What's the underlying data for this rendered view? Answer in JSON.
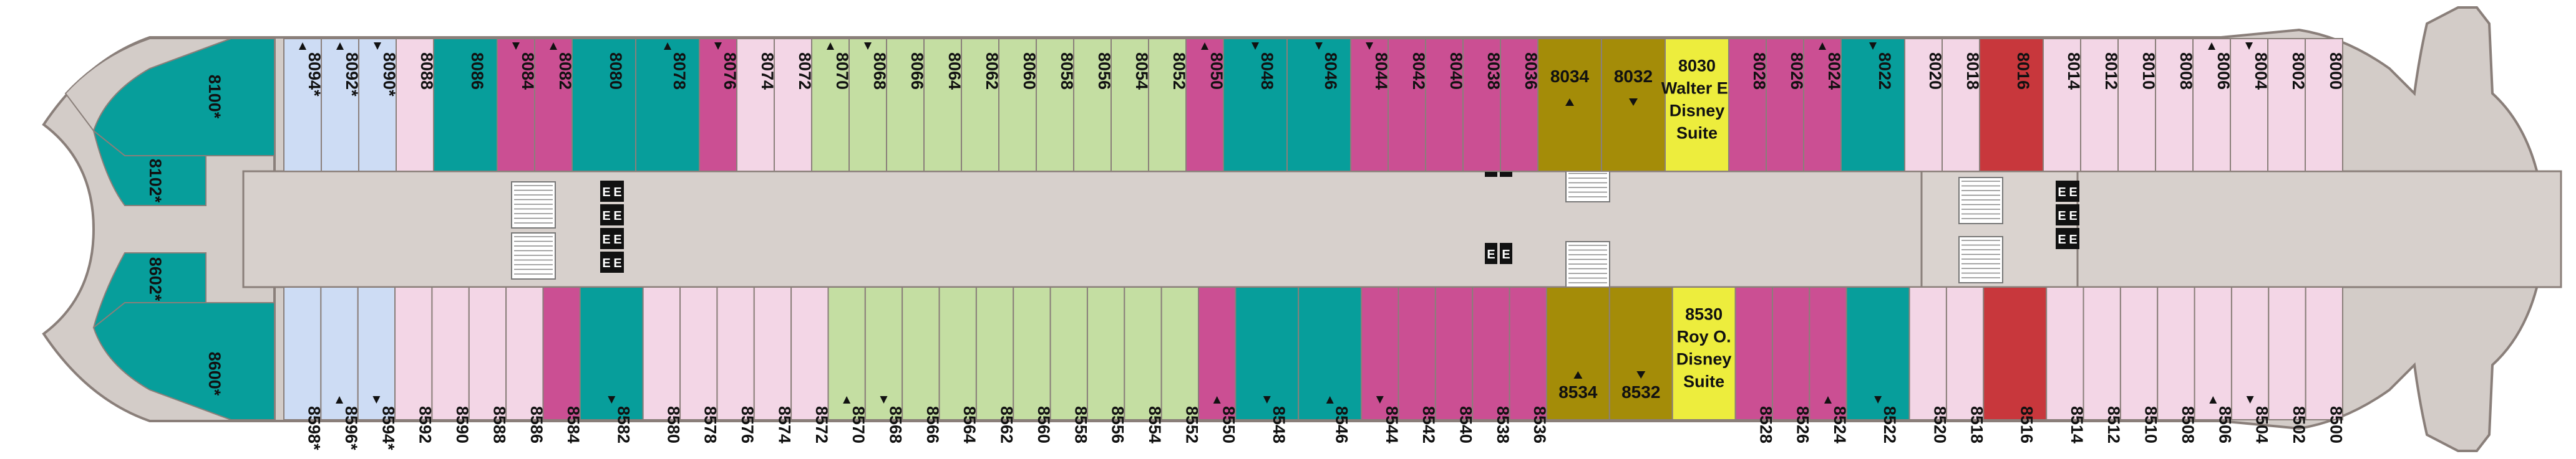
{
  "colors": {
    "hull": "#d3ccc8",
    "corridor": "#d7d0cc",
    "wall": "#8a7f7a",
    "pink": "#f3d6e6",
    "blue": "#cddcf4",
    "teal": "#079e9b",
    "magenta": "#cb4f93",
    "green": "#c4dea2",
    "olive": "#a48c08",
    "yellow": "#eded3d",
    "red": "#c8373c",
    "elevator": "#111111"
  },
  "elevator_letter": "E",
  "top_row": [
    {
      "label": "8094*",
      "color": "blue",
      "mark": "up"
    },
    {
      "label": "8092*",
      "color": "blue",
      "mark": "up"
    },
    {
      "label": "8090*",
      "color": "blue",
      "mark": "down"
    },
    {
      "label": "8088",
      "color": "pink"
    },
    {
      "label": "8086",
      "color": "teal",
      "wide": true
    },
    {
      "label": "8084",
      "color": "magenta",
      "mark": "down"
    },
    {
      "label": "8082",
      "color": "magenta",
      "mark": "up"
    },
    {
      "label": "8080",
      "color": "teal",
      "wide": true
    },
    {
      "label": "8078",
      "color": "teal",
      "mark": "up",
      "wide": true
    },
    {
      "label": "8076",
      "color": "magenta",
      "mark": "down"
    },
    {
      "label": "8074",
      "color": "pink"
    },
    {
      "label": "8072",
      "color": "pink"
    },
    {
      "label": "8070",
      "color": "green",
      "mark": "up"
    },
    {
      "label": "8068",
      "color": "green",
      "mark": "down"
    },
    {
      "label": "8066",
      "color": "green"
    },
    {
      "label": "8064",
      "color": "green"
    },
    {
      "label": "8062",
      "color": "green"
    },
    {
      "label": "8060",
      "color": "green"
    },
    {
      "label": "8058",
      "color": "green"
    },
    {
      "label": "8056",
      "color": "green"
    },
    {
      "label": "8054",
      "color": "green"
    },
    {
      "label": "8052",
      "color": "green"
    },
    {
      "label": "8050",
      "color": "magenta",
      "mark": "up"
    },
    {
      "label": "8048",
      "color": "teal",
      "mark": "down",
      "wide": true
    },
    {
      "label": "8046",
      "color": "teal",
      "mark": "down",
      "wide": true
    },
    {
      "label": "8044",
      "color": "magenta",
      "mark": "down"
    },
    {
      "label": "8042",
      "color": "magenta"
    },
    {
      "label": "8040",
      "color": "magenta"
    },
    {
      "label": "8038",
      "color": "magenta"
    },
    {
      "label": "8036",
      "color": "magenta"
    },
    {
      "label": "8034",
      "color": "olive",
      "mark": "up",
      "wide": true,
      "horizontal": true
    },
    {
      "label": "8032",
      "color": "olive",
      "mark": "down",
      "wide": true,
      "horizontal": true
    },
    {
      "label": "8030",
      "color": "yellow",
      "wide": true,
      "lines": [
        "8030",
        "Walter E.",
        "Disney",
        "Suite"
      ],
      "horizontal": true
    },
    {
      "label": "8028",
      "color": "magenta"
    },
    {
      "label": "8026",
      "color": "magenta"
    },
    {
      "label": "8024",
      "color": "magenta",
      "mark": "up"
    },
    {
      "label": "8022",
      "color": "teal",
      "mark": "down",
      "wide": true
    },
    {
      "label": "8020",
      "color": "pink"
    },
    {
      "label": "8018",
      "color": "pink"
    },
    {
      "label": "8016",
      "color": "red",
      "wide": true
    },
    {
      "label": "8014",
      "color": "pink"
    },
    {
      "label": "8012",
      "color": "pink"
    },
    {
      "label": "8010",
      "color": "pink"
    },
    {
      "label": "8008",
      "color": "pink"
    },
    {
      "label": "8006",
      "color": "pink",
      "mark": "up"
    },
    {
      "label": "8004",
      "color": "pink",
      "mark": "down"
    },
    {
      "label": "8002",
      "color": "pink"
    },
    {
      "label": "8000",
      "color": "pink"
    }
  ],
  "bottom_row": [
    {
      "label": "8598*",
      "color": "blue"
    },
    {
      "label": "8596*",
      "color": "blue",
      "mark": "up"
    },
    {
      "label": "8594*",
      "color": "blue",
      "mark": "down"
    },
    {
      "label": "8592",
      "color": "pink"
    },
    {
      "label": "8590",
      "color": "pink"
    },
    {
      "label": "8588",
      "color": "pink"
    },
    {
      "label": "8586",
      "color": "pink"
    },
    {
      "label": "8584",
      "color": "magenta"
    },
    {
      "label": "8582",
      "color": "teal",
      "mark": "down",
      "wide": true
    },
    {
      "label": "8580",
      "color": "pink"
    },
    {
      "label": "8578",
      "color": "pink"
    },
    {
      "label": "8576",
      "color": "pink"
    },
    {
      "label": "8574",
      "color": "pink"
    },
    {
      "label": "8572",
      "color": "pink"
    },
    {
      "label": "8570",
      "color": "green",
      "mark": "up"
    },
    {
      "label": "8568",
      "color": "green",
      "mark": "down"
    },
    {
      "label": "8566",
      "color": "green"
    },
    {
      "label": "8564",
      "color": "green"
    },
    {
      "label": "8562",
      "color": "green"
    },
    {
      "label": "8560",
      "color": "green"
    },
    {
      "label": "8558",
      "color": "green"
    },
    {
      "label": "8556",
      "color": "green"
    },
    {
      "label": "8554",
      "color": "green"
    },
    {
      "label": "8552",
      "color": "green"
    },
    {
      "label": "8550",
      "color": "magenta",
      "mark": "up"
    },
    {
      "label": "8548",
      "color": "teal",
      "mark": "down",
      "wide": true
    },
    {
      "label": "8546",
      "color": "teal",
      "mark": "up",
      "wide": true
    },
    {
      "label": "8544",
      "color": "magenta",
      "mark": "down"
    },
    {
      "label": "8542",
      "color": "magenta"
    },
    {
      "label": "8540",
      "color": "magenta"
    },
    {
      "label": "8538",
      "color": "magenta"
    },
    {
      "label": "8536",
      "color": "magenta"
    },
    {
      "label": "8534",
      "color": "olive",
      "mark": "up",
      "wide": true,
      "horizontal": true
    },
    {
      "label": "8532",
      "color": "olive",
      "mark": "down",
      "wide": true,
      "horizontal": true
    },
    {
      "label": "8530",
      "color": "yellow",
      "wide": true,
      "lines": [
        "8530",
        "Roy O.",
        "Disney",
        "Suite"
      ],
      "horizontal": true
    },
    {
      "label": "8528",
      "color": "magenta"
    },
    {
      "label": "8526",
      "color": "magenta"
    },
    {
      "label": "8524",
      "color": "magenta",
      "mark": "up"
    },
    {
      "label": "8522",
      "color": "teal",
      "mark": "down",
      "wide": true
    },
    {
      "label": "8520",
      "color": "pink"
    },
    {
      "label": "8518",
      "color": "pink"
    },
    {
      "label": "8516",
      "color": "red",
      "wide": true
    },
    {
      "label": "8514",
      "color": "pink"
    },
    {
      "label": "8512",
      "color": "pink"
    },
    {
      "label": "8510",
      "color": "pink"
    },
    {
      "label": "8508",
      "color": "pink"
    },
    {
      "label": "8506",
      "color": "pink",
      "mark": "up"
    },
    {
      "label": "8504",
      "color": "pink",
      "mark": "down"
    },
    {
      "label": "8502",
      "color": "pink"
    },
    {
      "label": "8500",
      "color": "pink"
    }
  ],
  "bow_cabins": [
    {
      "label": "8100*",
      "mark": "up"
    },
    {
      "label": "8102*",
      "mark": "up"
    },
    {
      "label": "8602*",
      "mark": "up"
    },
    {
      "label": "8600*",
      "mark": "down"
    }
  ]
}
